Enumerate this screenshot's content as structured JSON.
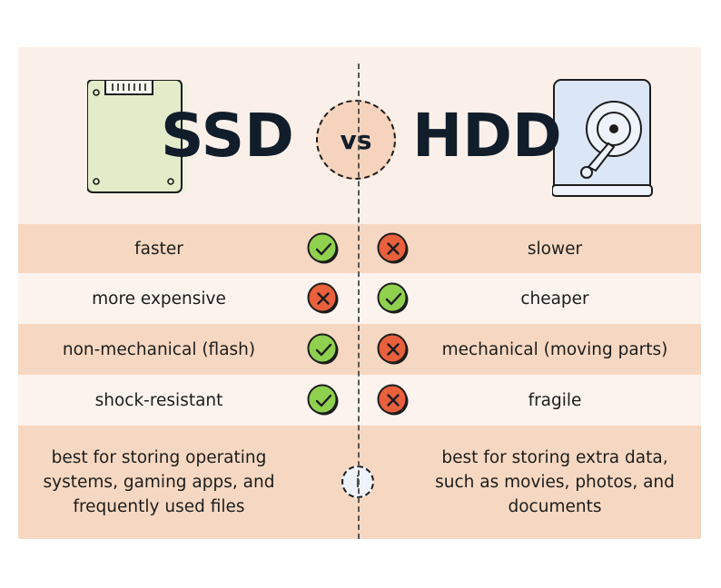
{
  "header": {
    "left_title": "SSD",
    "vs_label": "vs",
    "right_title": "HDD",
    "left_icon": "ssd-drive-icon",
    "right_icon": "hdd-drive-icon"
  },
  "rows": [
    {
      "left": "faster",
      "left_mark": "check",
      "right_mark": "cross",
      "right": "slower"
    },
    {
      "left": "more expensive",
      "left_mark": "cross",
      "right_mark": "check",
      "right": "cheaper"
    },
    {
      "left": "non-mechanical (flash)",
      "left_mark": "check",
      "right_mark": "cross",
      "right": "mechanical (moving parts)"
    },
    {
      "left": "shock-resistant",
      "left_mark": "check",
      "right_mark": "cross",
      "right": "fragile"
    }
  ],
  "footer": {
    "left_lines": [
      "best for storing operating",
      "systems, gaming apps, and",
      "frequently used files"
    ],
    "info_symbol": "i",
    "right_lines": [
      "best for storing extra data,",
      "such as movies, photos, and",
      "documents"
    ]
  },
  "colors": {
    "check": "#8fd14f",
    "cross": "#e8603c",
    "row_dark": "#f6d8c2",
    "row_light": "#fcf3ee",
    "title": "#111d2b"
  }
}
